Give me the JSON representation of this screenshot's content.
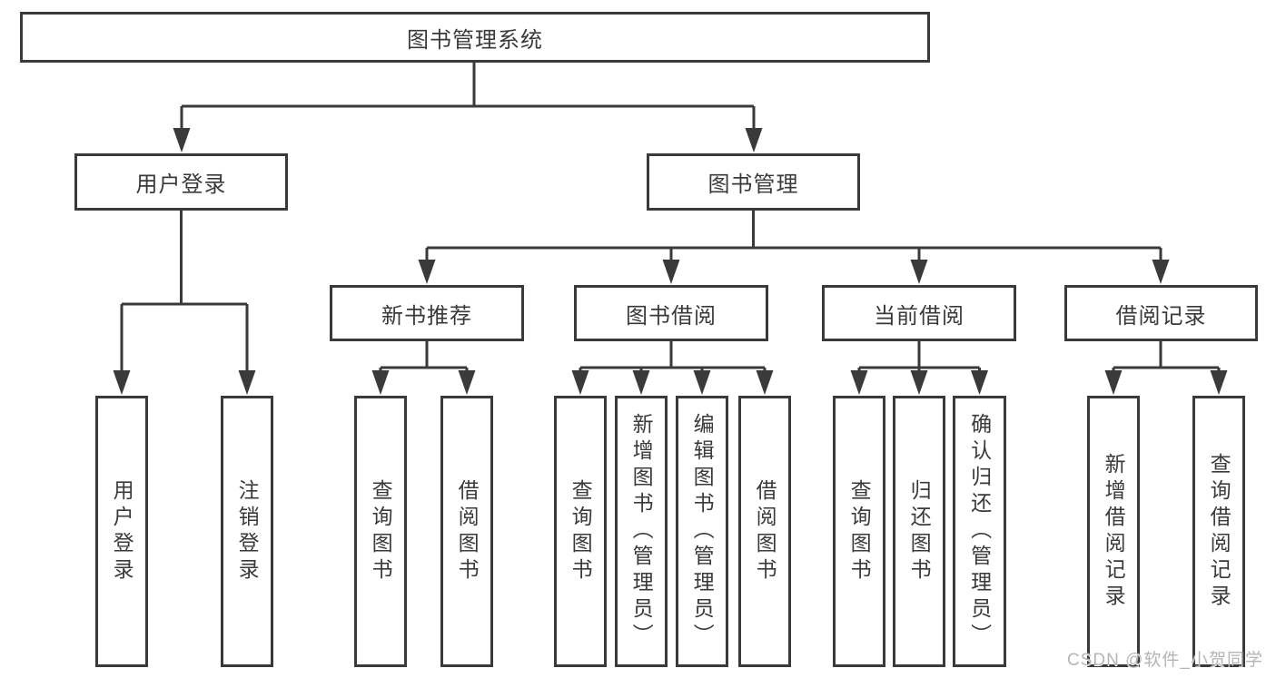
{
  "tree": {
    "root": {
      "label": "图书管理系统",
      "children": [
        {
          "label": "用户登录",
          "children": [
            {
              "label": "用户登录"
            },
            {
              "label": "注销登录"
            }
          ]
        },
        {
          "label": "图书管理",
          "children": [
            {
              "label": "新书推荐",
              "children": [
                {
                  "label": "查询图书"
                },
                {
                  "label": "借阅图书"
                }
              ]
            },
            {
              "label": "图书借阅",
              "children": [
                {
                  "label": "查询图书"
                },
                {
                  "label": "新增图书（管理员）"
                },
                {
                  "label": "编辑图书（管理员）"
                },
                {
                  "label": "借阅图书"
                }
              ]
            },
            {
              "label": "当前借阅",
              "children": [
                {
                  "label": "查询图书"
                },
                {
                  "label": "归还图书"
                },
                {
                  "label": "确认归还（管理员）"
                }
              ]
            },
            {
              "label": "借阅记录",
              "children": [
                {
                  "label": "新增借阅记录"
                },
                {
                  "label": "查询借阅记录"
                }
              ]
            }
          ]
        }
      ]
    }
  },
  "watermark": {
    "text": "CSDN @软件_小贺同学"
  },
  "colors": {
    "line": "#3a3a3a",
    "text": "#3a3a3a",
    "watermark": "#b5b5b5",
    "background": "#ffffff"
  }
}
